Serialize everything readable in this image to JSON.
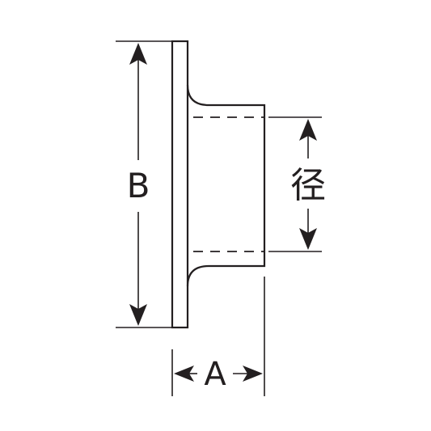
{
  "labels": {
    "height": "B",
    "length": "A",
    "diameter": "径"
  },
  "colors": {
    "ink": "#231f20",
    "background": "#ffffff"
  }
}
